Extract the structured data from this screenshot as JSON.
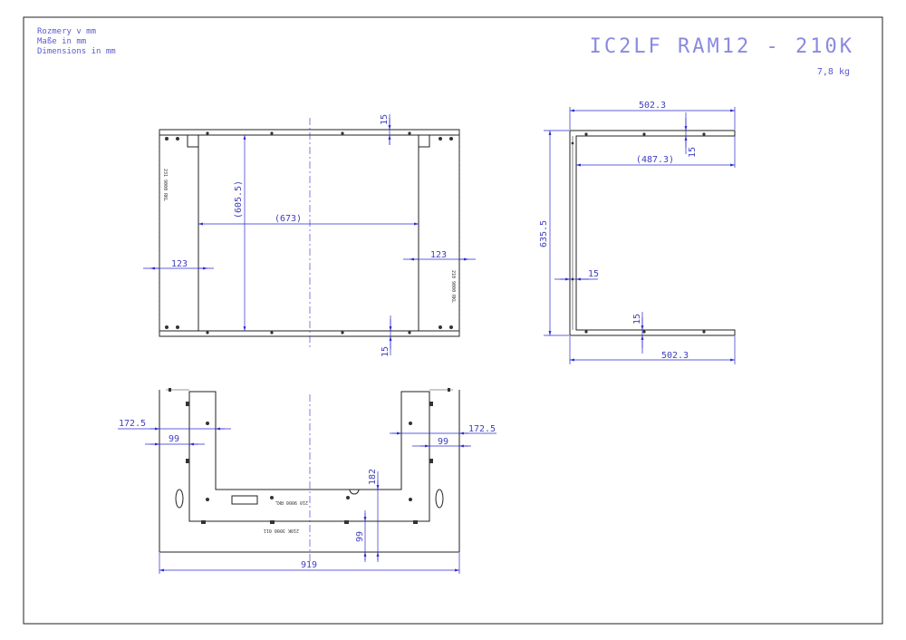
{
  "header": {
    "units_lines": [
      "Rozmery v mm",
      "Maße in mm",
      "Dimensions in mm"
    ],
    "title": "IC2LF RAM12 - 210K",
    "weight": "7,8 kg"
  },
  "views": {
    "top": {
      "dims": {
        "inner_height": "(605.5)",
        "inner_width": "(673)",
        "side_left": "123",
        "side_right": "123",
        "top_thickness": "15",
        "bottom_thickness": "15"
      },
      "codes": {
        "left": "231 9000 RKL",
        "right": "210 9000 RKL"
      }
    },
    "side": {
      "dims": {
        "top_width": "502.3",
        "top_inner": "(487.3)",
        "top_thickness": "15",
        "height": "635.5",
        "wall": "15",
        "bottom_thickness": "15",
        "bottom_width": "502.3"
      }
    },
    "front": {
      "dims": {
        "left_outer": "172.5",
        "left_inner": "99",
        "right_outer": "172.5",
        "right_inner": "99",
        "cut_depth": "182",
        "bottom_offset": "99",
        "overall_width": "919"
      },
      "codes": {
        "upper": "210 9000 RKL",
        "lower": "210K 3000 011"
      }
    }
  },
  "colors": {
    "dimension": "#2a2ad0",
    "title": "#8a8ae0",
    "outline": "#222222"
  }
}
